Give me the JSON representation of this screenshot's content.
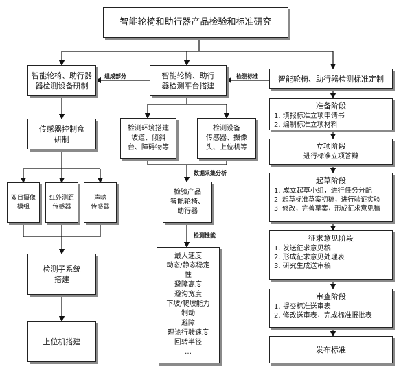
{
  "root": "智能轮椅和助行器产品检验和标准研究",
  "left": {
    "top": [
      "智能轮椅、助行器",
      "器检测设备研制"
    ],
    "controller": [
      "传感器控制盒",
      "研制"
    ],
    "sensors": [
      [
        "双目摄像",
        "模组"
      ],
      [
        "红外测距",
        "传感器"
      ],
      [
        "声呐",
        "传感器"
      ]
    ],
    "subsystem": [
      "检测子系统",
      "搭建"
    ],
    "host": "上位机搭建"
  },
  "middle": {
    "top": [
      "智能轮椅、助行",
      "器检测平台搭建"
    ],
    "env": [
      "检测环境搭建",
      "坡道、倾斜",
      "台、障碍物等"
    ],
    "equip": [
      "检测设备",
      "传感器、摄像",
      "头、上位机等"
    ],
    "product": [
      "检验产品",
      "智能轮椅、",
      "助行器"
    ],
    "performance": [
      "最大速度",
      "动态/静态稳定",
      "性",
      "避障高度",
      "避沟宽度",
      "下坡/爬坡能力",
      "制动",
      "避障",
      "理论行驶速度",
      "回转半径",
      "…"
    ]
  },
  "right": {
    "top": "智能轮椅、助行器检测标准定制",
    "stages": [
      {
        "title": "准备阶段",
        "lines": [
          "1. 填报标准立项申请书",
          "2. 编制标准立项材料"
        ]
      },
      {
        "title": "立项阶段",
        "lines": [
          "进行标准立项答辩"
        ]
      },
      {
        "title": "起草阶段",
        "lines": [
          "1. 成立起草小组，进行任务分配",
          "2. 起草标准草案初稿，进行验证实验",
          "3. 修改，完善草案，形成征求意见稿"
        ]
      },
      {
        "title": "征求意见阶段",
        "lines": [
          "1. 发送征求意见稿",
          "2. 形成征求意见处理表",
          "3. 研究生成送审稿"
        ]
      },
      {
        "title": "审查阶段",
        "lines": [
          "1. 提交标准送审表",
          "2. 修改送审表，完成标准报批表"
        ]
      },
      {
        "title": "发布标准",
        "lines": []
      }
    ]
  },
  "labels": {
    "composition": "组成部分",
    "standard": "检测标准",
    "data": "数据采集分析",
    "performance": "检测性能"
  }
}
